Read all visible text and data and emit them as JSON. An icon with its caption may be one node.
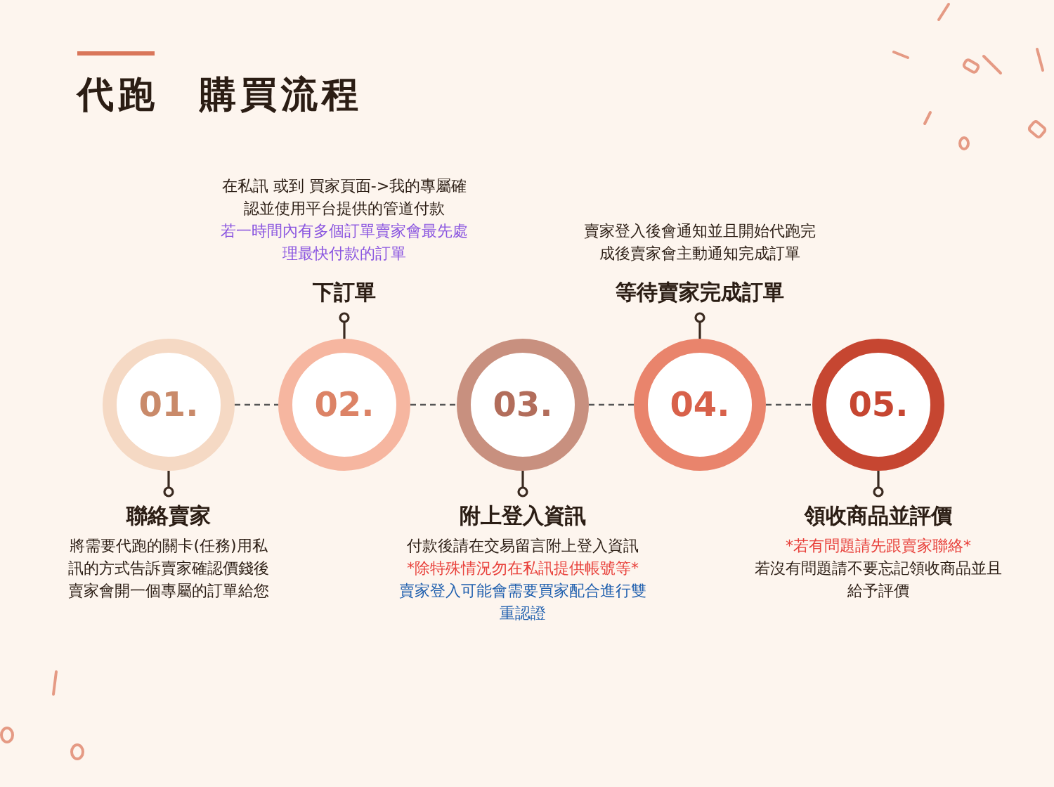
{
  "diagram": {
    "title": "代跑　購買流程",
    "nodes": [
      {
        "text": [
          "01."
        ],
        "beside": [
          "聯絡賣家",
          "將需要代跑的關卡(任務)用私訊的方式告訴賣家確認價錢後賣家會開一個專屬的訂單給您"
        ]
      },
      {
        "text": [
          "02."
        ],
        "beside": [
          "在私訊 或到 買家頁面->我的專屬確認並使用平台提供的管道付款",
          "若一時間內有多個訂單賣家會最先處理最快付款的訂單",
          "下訂單"
        ]
      },
      {
        "text": [
          "03."
        ],
        "beside": [
          "附上登入資訊",
          "付款後請在交易留言附上登入資訊",
          "*除特殊情況勿在私訊提供帳號等*",
          "賣家登入可能會需要買家配合進行雙重認證"
        ]
      },
      {
        "text": [
          "04."
        ],
        "beside": [
          "賣家登入後會通知並且開始代跑完成後賣家會主動通知完成訂單",
          "等待賣家完成訂單"
        ]
      },
      {
        "text": [
          "05."
        ],
        "beside": [
          "領收商品並評價",
          "*若有問題請先跟賣家聯絡*",
          "若沒有問題請不要忘記領收商品並且給予評價"
        ]
      }
    ],
    "edges": [
      {
        "from": 0,
        "to": 1,
        "arrow": "none",
        "style": "dashed"
      },
      {
        "from": 1,
        "to": 2,
        "arrow": "none",
        "style": "dashed"
      },
      {
        "from": 2,
        "to": 3,
        "arrow": "none",
        "style": "dashed"
      },
      {
        "from": 3,
        "to": 4,
        "arrow": "none",
        "style": "dashed"
      }
    ]
  }
}
